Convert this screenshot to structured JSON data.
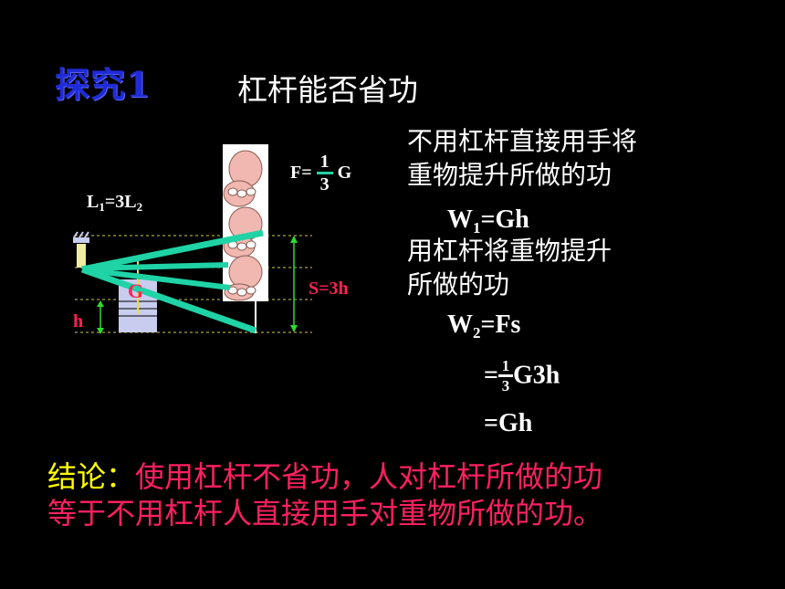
{
  "title": {
    "main": "探究1",
    "topic": "杠杆能否省功"
  },
  "diagram": {
    "lever_ratio": "L1=3L2",
    "lever_ratio_parts": {
      "a": "L",
      "a_sub": "1",
      "b": "=3L",
      "b_sub": "2"
    },
    "force_prefix": "F=",
    "force_num": "1",
    "force_den": "3",
    "force_suffix": "G",
    "weight_label": "G",
    "height_label": "h",
    "distance_label": "S=3h",
    "colors": {
      "lever": "#1fd3a6",
      "guide": "#d4c84a",
      "arrow": "#2bdc2b",
      "label": "#ff2255",
      "weight": "#c8ccee"
    }
  },
  "right_text": {
    "line1": "不用杠杆直接用手将",
    "line2": "重物提升所做的功",
    "w1_a": "W",
    "w1_sub": "1",
    "w1_b": "=Gh",
    "line3": "用杠杆将重物提升",
    "line4": "所做的功",
    "w2_a": "W",
    "w2_sub": "2",
    "w2_b": "=Fs",
    "eq_prefix": "=",
    "eq_num": "1",
    "eq_den": "3",
    "eq_suffix": "G3h",
    "final": "=Gh"
  },
  "conclusion": {
    "lead": "结论：",
    "line1_rest": "使用杠杆不省功，人对杠杆所做的功",
    "line2": "等于不用杠杆人直接用手对重物所做的功。"
  }
}
